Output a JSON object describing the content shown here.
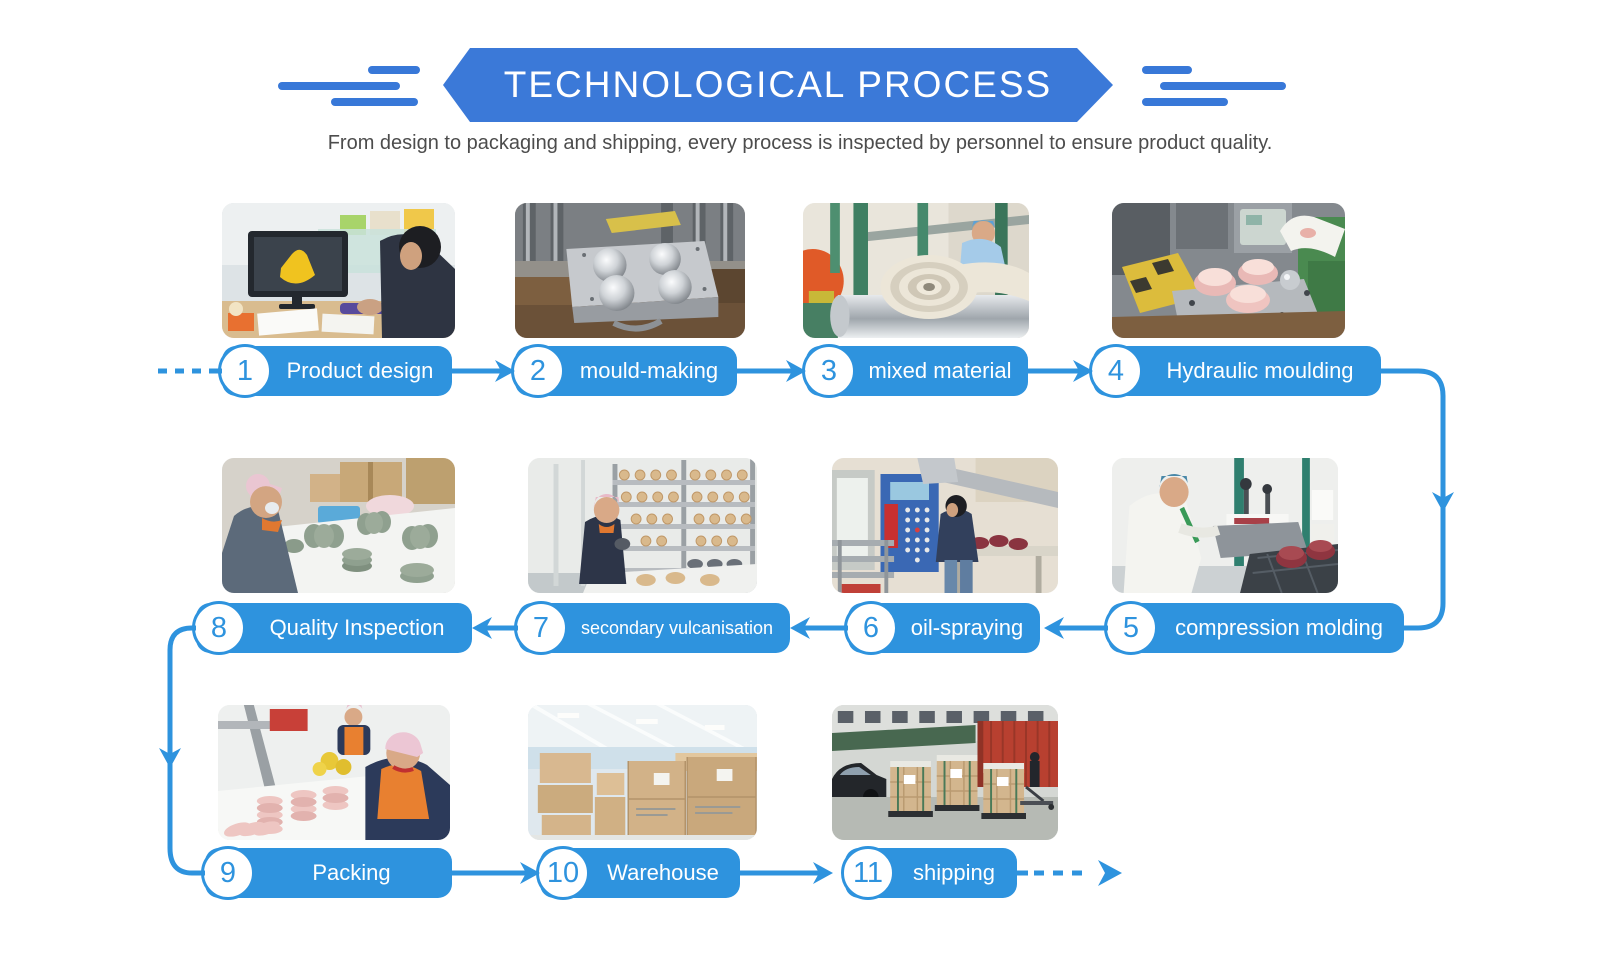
{
  "header": {
    "title": "TECHNOLOGICAL PROCESS",
    "subtitle": "From design to packaging and shipping, every process is inspected by personnel to ensure product quality."
  },
  "colors": {
    "banner_blue": "#3b79d8",
    "flow_blue": "#2e93de",
    "subtitle_gray": "#4c4c4c"
  },
  "steps": [
    {
      "number": "1",
      "label": "Product design",
      "photo_alt": "Designer at a desktop computer working on a yellow 3D product model"
    },
    {
      "number": "2",
      "label": "mould-making",
      "photo_alt": "Steel mould block with four polished bowl cavities"
    },
    {
      "number": "3",
      "label": "mixed material",
      "photo_alt": "Worker feeding a roll of raw silicone through a green mixing mill"
    },
    {
      "number": "4",
      "label": "Hydraulic moulding",
      "photo_alt": "Gloved hand over pink bowls on a hydraulic press mould plate"
    },
    {
      "number": "5",
      "label": "compression molding",
      "photo_alt": "Operator in white coat at a compression molding fixture with dark red bowls"
    },
    {
      "number": "6",
      "label": "oil-spraying",
      "photo_alt": "Worker at an oil-spraying station with a blue control panel"
    },
    {
      "number": "7",
      "label": "secondary vulcanisation",
      "photo_alt": "Worker beside shelving racks loaded with bowls for secondary vulcanisation"
    },
    {
      "number": "8",
      "label": "Quality Inspection",
      "photo_alt": "Inspector checking stacks of green silicone bowls on a table"
    },
    {
      "number": "9",
      "label": "Packing",
      "photo_alt": "Workers packing stacks of pink bowls at a white table"
    },
    {
      "number": "10",
      "label": "Warehouse",
      "photo_alt": "Warehouse interior stacked with cardboard cartons"
    },
    {
      "number": "11",
      "label": "shipping",
      "photo_alt": "Pallets of cartons beside a red container truck ready for shipping"
    }
  ]
}
